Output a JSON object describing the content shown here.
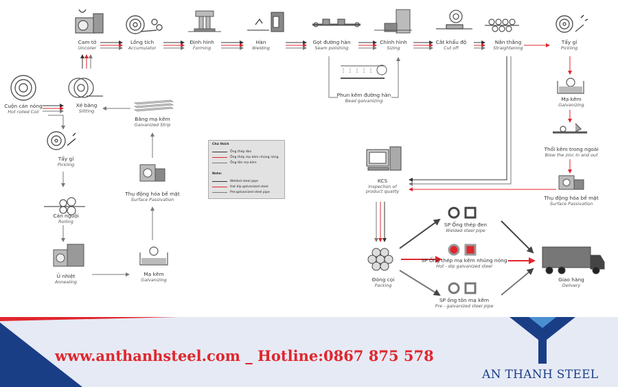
{
  "steps": {
    "uncoiler": {
      "vi": "Cam tở",
      "en": "Uncoiler"
    },
    "accumulator": {
      "vi": "Lồng tích",
      "en": "Accumulator"
    },
    "forming": {
      "vi": "Định hình",
      "en": "Forming"
    },
    "welding": {
      "vi": "Hàn",
      "en": "Welding"
    },
    "seam": {
      "vi": "Gọt đường hàn",
      "en": "Seam polishing"
    },
    "sizing": {
      "vi": "Chỉnh hình",
      "en": "Sizing"
    },
    "cutoff": {
      "vi": "Cắt khẩu độ",
      "en": "Cut off"
    },
    "straightening": {
      "vi": "Nắn thẳng",
      "en": "Straightening"
    },
    "pickling_right": {
      "vi": "Tẩy gỉ",
      "en": "Pickling"
    },
    "galvanizing_right": {
      "vi": "Mạ kẽm",
      "en": "Galvanizing"
    },
    "blow": {
      "vi": "Thổi kẽm trong ngoài",
      "en": "Blow the zinc in and out"
    },
    "passivation_right": {
      "vi": "Thụ động hóa bề mặt",
      "en": "Surface Passivation"
    },
    "bead": {
      "vi": "Phun kẽm đường hàn",
      "en": "Bead galvanizing"
    },
    "hot_coil": {
      "vi": "Cuộn cán nóng",
      "en": "Hot rolled Coil"
    },
    "slitting": {
      "vi": "Xẻ băng",
      "en": "Slitting"
    },
    "galv_strip": {
      "vi": "Băng mạ kẽm",
      "en": "Galvanized Strip"
    },
    "pickling_left": {
      "vi": "Tẩy gỉ",
      "en": "Pickling"
    },
    "passivation_left": {
      "vi": "Thụ động hóa bề mặt",
      "en": "Surface Passivation"
    },
    "rolling": {
      "vi": "Cán nguội",
      "en": "Rolling"
    },
    "annealing": {
      "vi": "Ủ nhiệt",
      "en": "Annealing"
    },
    "galvanizing_left": {
      "vi": "Mạ kẽm",
      "en": "Galvanizing"
    },
    "kcs": {
      "vi": "KCS",
      "en": "Inspection of product quality"
    },
    "packing": {
      "vi": "Đóng cọi",
      "en": "Packing"
    },
    "delivery": {
      "vi": "Giao hàng",
      "en": "Delivery"
    }
  },
  "products": {
    "welded": {
      "vi": "SP Ống thép đen",
      "en": "Welded steel pipe"
    },
    "hotdip": {
      "vi": "SP Ống thép mạ kẽm nhúng nóng",
      "en": "Hot - dip galvanized steel"
    },
    "pregalv": {
      "vi": "SP ống tôn mạ kẽm",
      "en": "Pre - galvanized steel pipe"
    }
  },
  "legend": {
    "title_vi": "Chú thích",
    "items_vi": [
      "Ống thép đen",
      "Ống thép mạ kẽm nhúng nóng",
      "Ống tôn mạ kẽm"
    ],
    "title_en": "Note:",
    "items_en": [
      "Welded steel pipe",
      "Hot dip galvanized steel",
      "Pre-galvanized steel pipe"
    ]
  },
  "colors": {
    "welded": "#333333",
    "hotdip": "#e0262d",
    "pregalv": "#777777",
    "footer_red": "#e0262d",
    "brand_blue": "#1a3e86",
    "footer_bg": "#e6eaf5"
  },
  "footer": {
    "contact": "www.anthanhsteel.com _ Hotline:0867 875 578",
    "brand": "AN THANH STEEL",
    "logo": "an-thanh-steel-logo"
  }
}
